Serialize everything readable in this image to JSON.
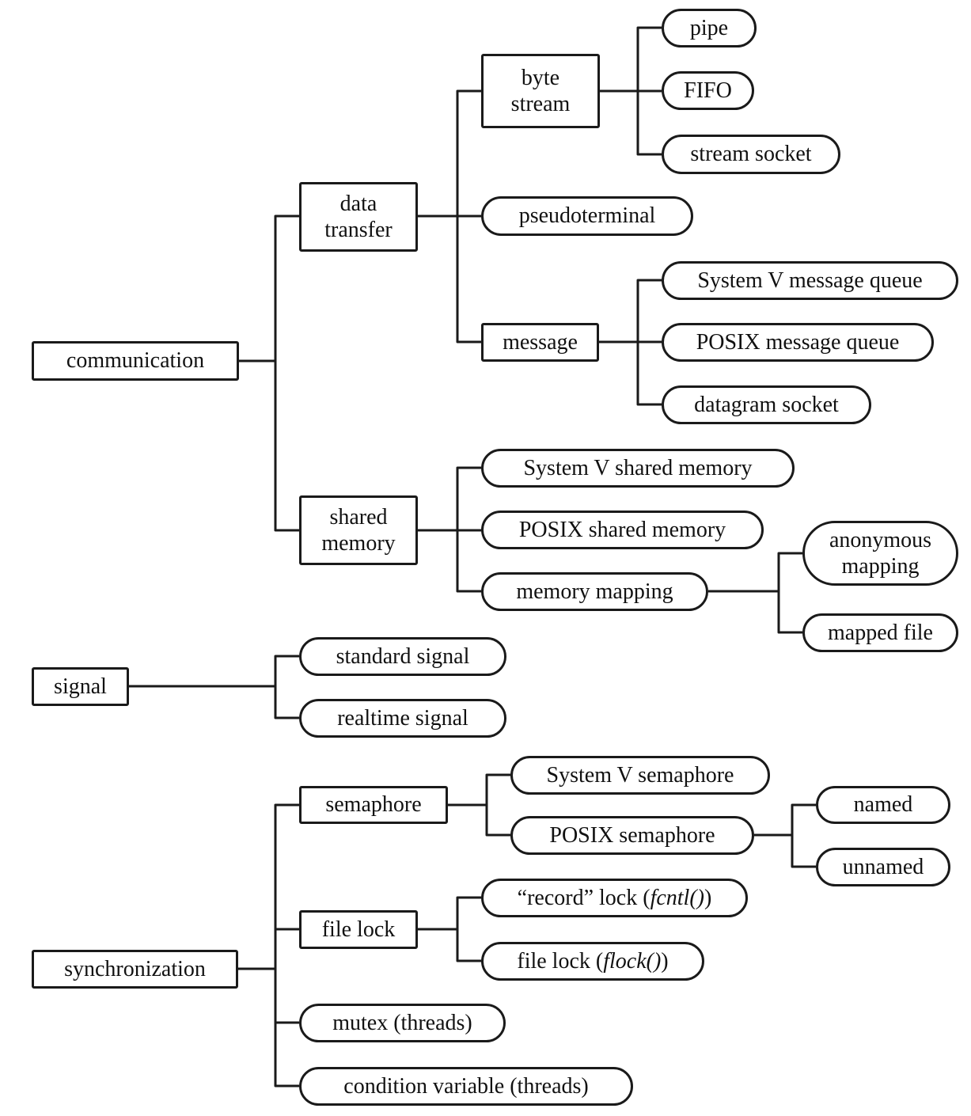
{
  "figure": {
    "colors": {
      "stroke": "#1a1a1a",
      "text": "#111111",
      "background": "#ffffff"
    },
    "nodes": {
      "communication": "communication",
      "data_transfer": "data transfer",
      "byte_stream": "byte stream",
      "pipe": "pipe",
      "fifo": "FIFO",
      "stream_socket": "stream socket",
      "pseudoterminal": "pseudoterminal",
      "message": "message",
      "sysv_message_queue": "System V message queue",
      "posix_message_queue": "POSIX message queue",
      "datagram_socket": "datagram socket",
      "shared_memory": "shared memory",
      "sysv_shared_memory": "System V shared memory",
      "posix_shared_memory": "POSIX shared memory",
      "memory_mapping": "memory mapping",
      "anonymous_mapping": "anonymous mapping",
      "mapped_file": "mapped file",
      "signal": "signal",
      "standard_signal": "standard signal",
      "realtime_signal": "realtime signal",
      "synchronization": "synchronization",
      "semaphore": "semaphore",
      "sysv_semaphore": "System V semaphore",
      "posix_semaphore": "POSIX semaphore",
      "named": "named",
      "unnamed": "unnamed",
      "file_lock": "file lock",
      "record_lock": {
        "pre": "“record” lock (",
        "func": "fcntl()",
        "post": ")"
      },
      "flock_lock": {
        "pre": "file lock (",
        "func": "flock()",
        "post": ")"
      },
      "mutex": "mutex (threads)",
      "condition_variable": "condition variable (threads)"
    }
  }
}
